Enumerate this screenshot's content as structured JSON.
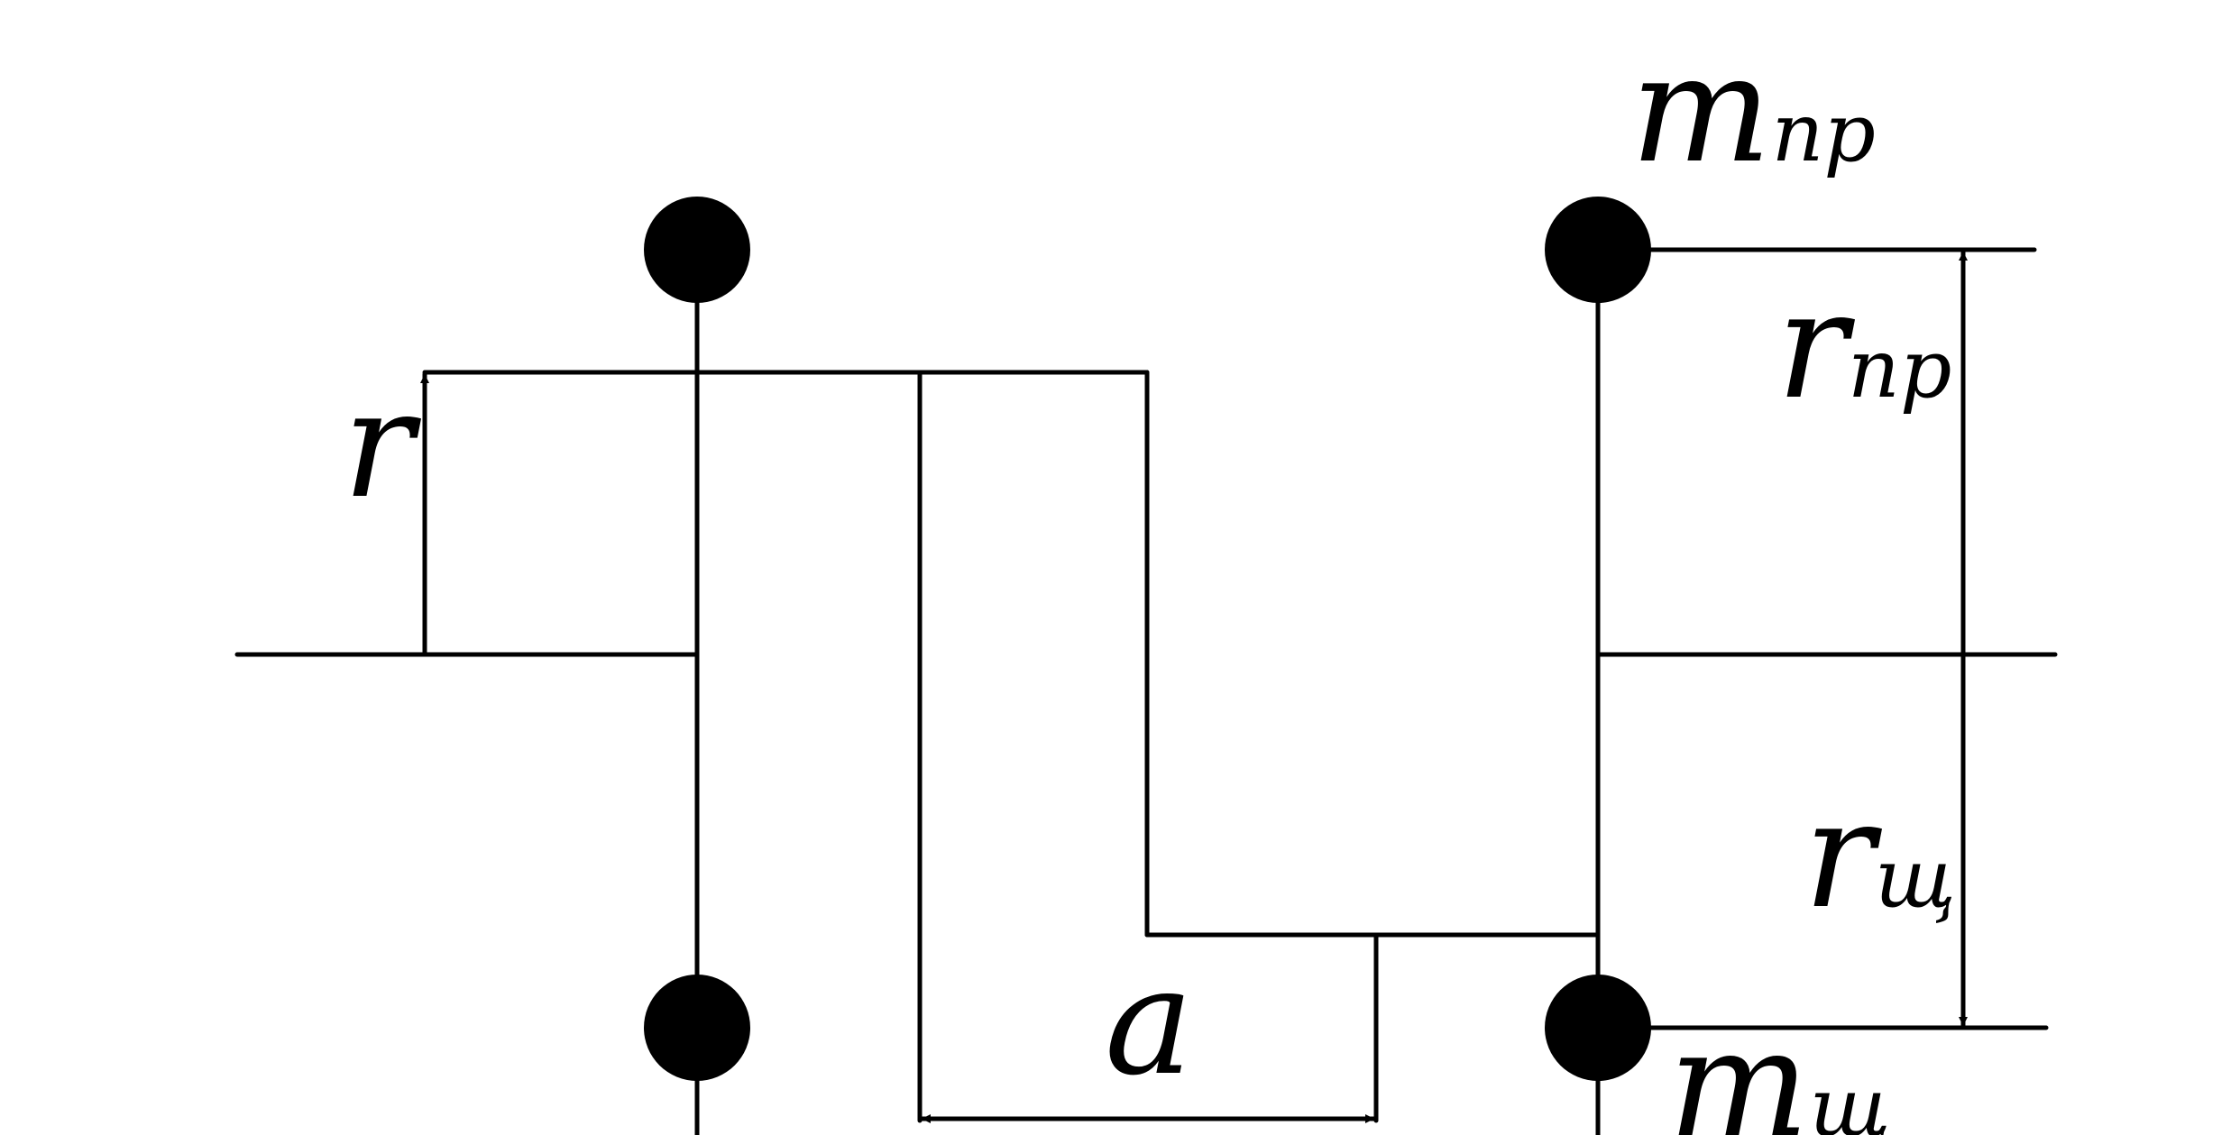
{
  "diagram": {
    "labels": {
      "r": "r",
      "a": "a",
      "m_pr_base": "m",
      "m_pr_sub": "пр",
      "r_pr_base": "r",
      "r_pr_sub": "пр",
      "r_sch_base": "r",
      "r_sch_sub": "щ",
      "m_sch_base": "m",
      "m_sch_sub": "щ"
    },
    "colors": {
      "stroke": "#000000",
      "background": "#ffffff"
    }
  }
}
